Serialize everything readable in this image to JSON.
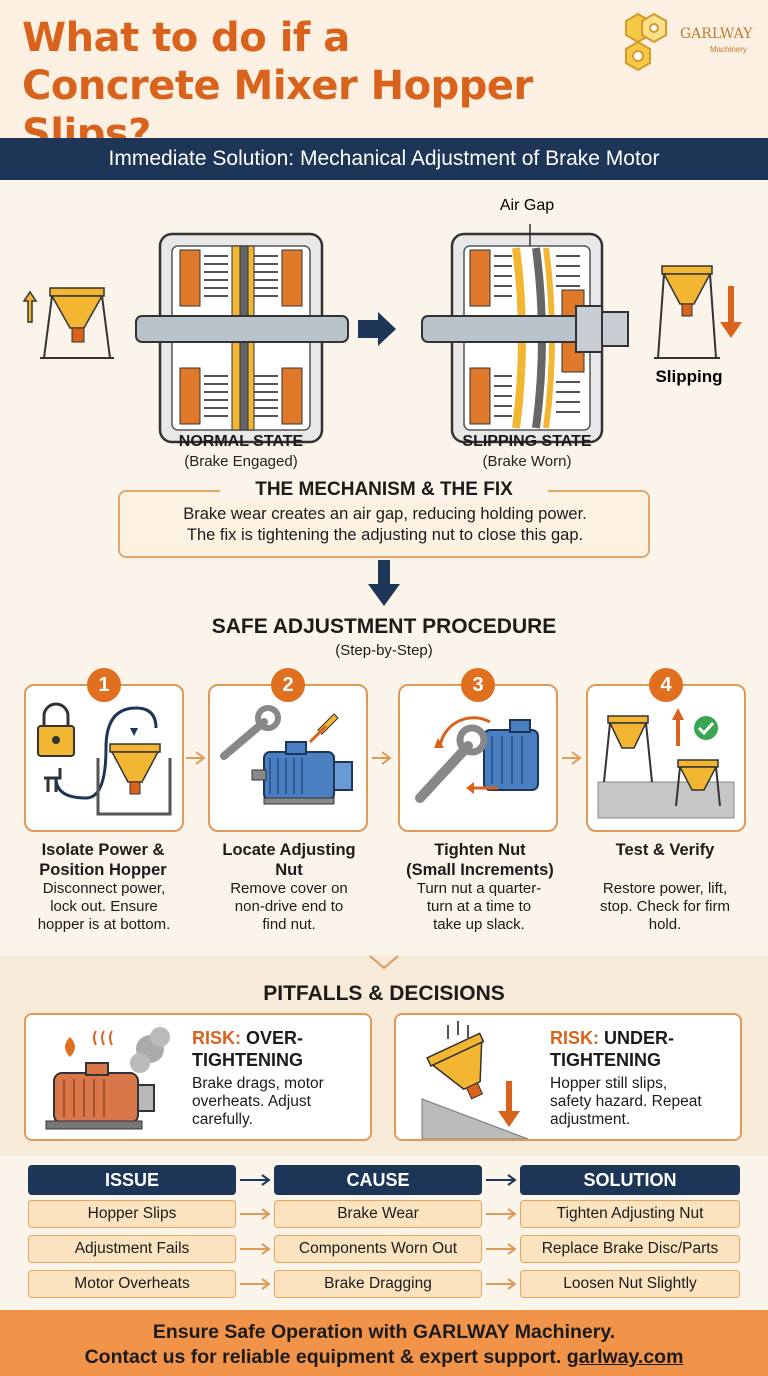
{
  "header": {
    "title_line1": "What to do if a",
    "title_line2": "Concrete Mixer Hopper Slips?",
    "logo_name": "GARLWAY",
    "logo_sub": "Machinery"
  },
  "banner": "Immediate Solution: Mechanical Adjustment of Brake Motor",
  "diagram": {
    "air_gap": "Air Gap",
    "slipping": "Slipping",
    "normal_label": "NORMAL STATE",
    "normal_sub": "(Brake Engaged)",
    "slip_label": "SLIPPING STATE",
    "slip_sub": "(Brake Worn)"
  },
  "mechanism": {
    "title": "THE MECHANISM & THE FIX",
    "line1": "Brake wear creates an air gap, reducing holding power.",
    "line2": "The fix is tightening the adjusting nut to close this gap."
  },
  "procedure": {
    "title": "SAFE ADJUSTMENT PROCEDURE",
    "subtitle": "(Step-by-Step)",
    "steps": [
      {
        "num": "1",
        "title1": "Isolate Power &",
        "title2": "Position Hopper",
        "d1": "Disconnect power,",
        "d2": "lock out. Ensure",
        "d3": "hopper is at bottom."
      },
      {
        "num": "2",
        "title1": "Locate Adjusting",
        "title2": "Nut",
        "d1": "Remove cover on",
        "d2": "non-drive end to",
        "d3": "find nut."
      },
      {
        "num": "3",
        "title1": "Tighten Nut",
        "title2": "(Small Increments)",
        "d1": "Turn nut a quarter-",
        "d2": "turn at a time to",
        "d3": "take up slack."
      },
      {
        "num": "4",
        "title1": "Test & Verify",
        "title2": "",
        "d1": "Restore power, lift,",
        "d2": "stop. Check for firm",
        "d3": "hold."
      }
    ]
  },
  "pitfalls": {
    "title": "PITFALLS & DECISIONS",
    "over": {
      "risk": "RISK:",
      "h1": "OVER-",
      "h2": "TIGHTENING",
      "d1": "Brake drags, motor",
      "d2": "overheats. Adjust",
      "d3": "carefully."
    },
    "under": {
      "risk": "RISK:",
      "h1": "UNDER-",
      "h2": "TIGHTENING",
      "d1": "Hopper still slips,",
      "d2": "safety hazard. Repeat",
      "d3": "adjustment."
    }
  },
  "table": {
    "headers": [
      "ISSUE",
      "CAUSE",
      "SOLUTION"
    ],
    "rows": [
      [
        "Hopper Slips",
        "Brake Wear",
        "Tighten Adjusting Nut"
      ],
      [
        "Adjustment Fails",
        "Components Worn Out",
        "Replace Brake Disc/Parts"
      ],
      [
        "Motor Overheats",
        "Brake Dragging",
        "Loosen Nut Slightly"
      ]
    ]
  },
  "footer": {
    "line1": "Ensure Safe Operation with GARLWAY Machinery.",
    "line2": "Contact us for reliable equipment & expert support.",
    "link": "garlway.com"
  },
  "colors": {
    "accent": "#d9631c",
    "navy": "#1d3557",
    "gold": "#f2b632",
    "orange": "#e0701f"
  }
}
